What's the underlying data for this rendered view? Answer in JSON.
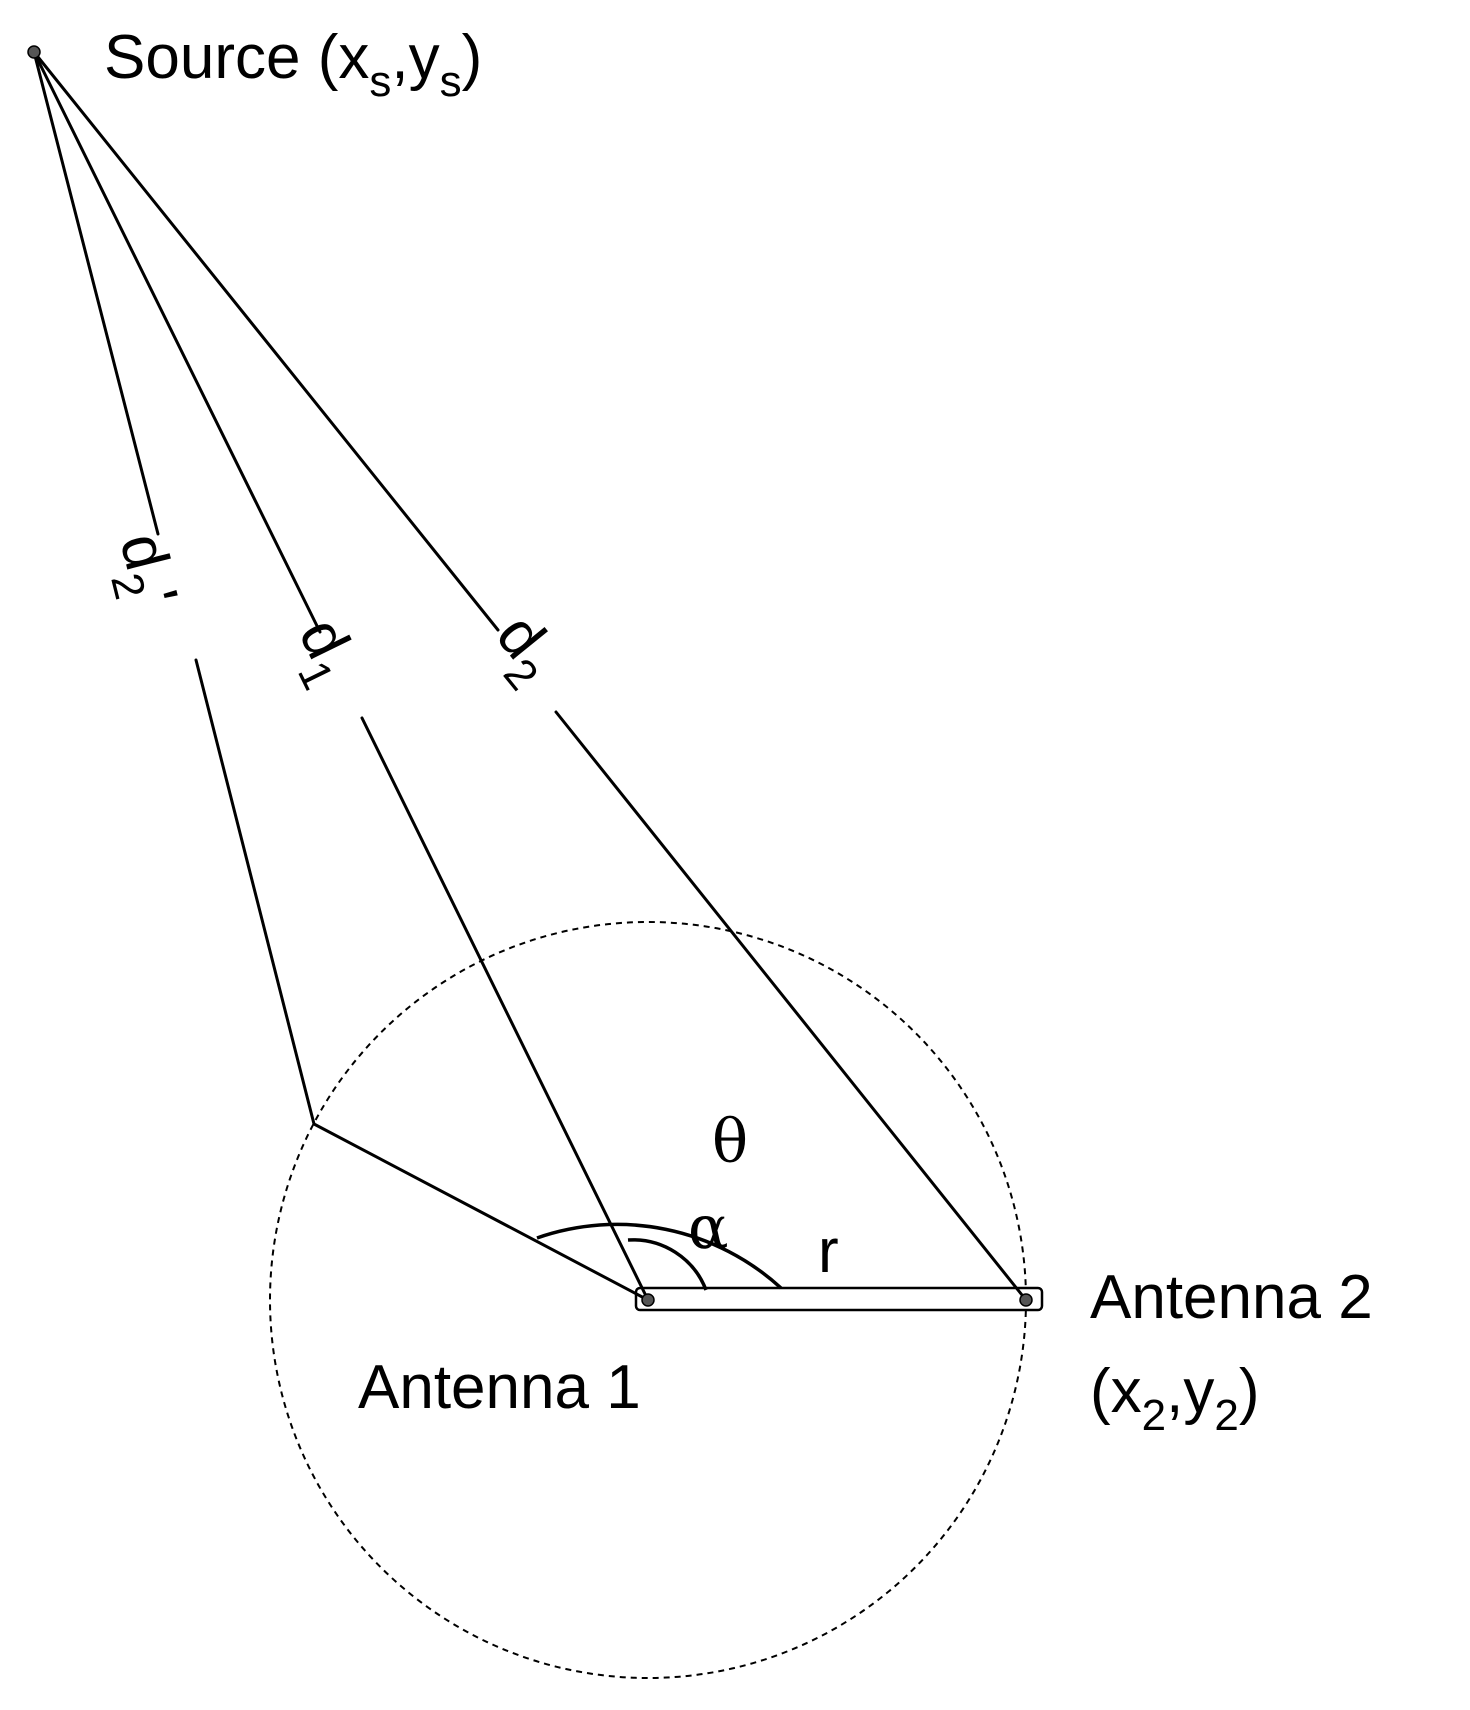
{
  "source": {
    "name": "Source",
    "x_sub": "s",
    "y_sub": "s"
  },
  "antenna1": {
    "label": "Antenna 1"
  },
  "antenna2": {
    "label": "Antenna 2",
    "x_sub": "2",
    "y_sub": "2"
  },
  "distances": {
    "d1": {
      "main": "d",
      "sub": "1"
    },
    "d2": {
      "main": "d",
      "sub": "2"
    },
    "d2_prime": {
      "main": "d",
      "sub": "2",
      "prime": "'"
    }
  },
  "angles": {
    "theta": "θ",
    "alpha": "α"
  },
  "radius": {
    "label": "r"
  },
  "coord": {
    "x": "x",
    "y": "y",
    "open": "(",
    "close": ")",
    "comma": ","
  },
  "colors": {
    "stroke": "#000000",
    "point": "#555555",
    "background": "#ffffff"
  }
}
